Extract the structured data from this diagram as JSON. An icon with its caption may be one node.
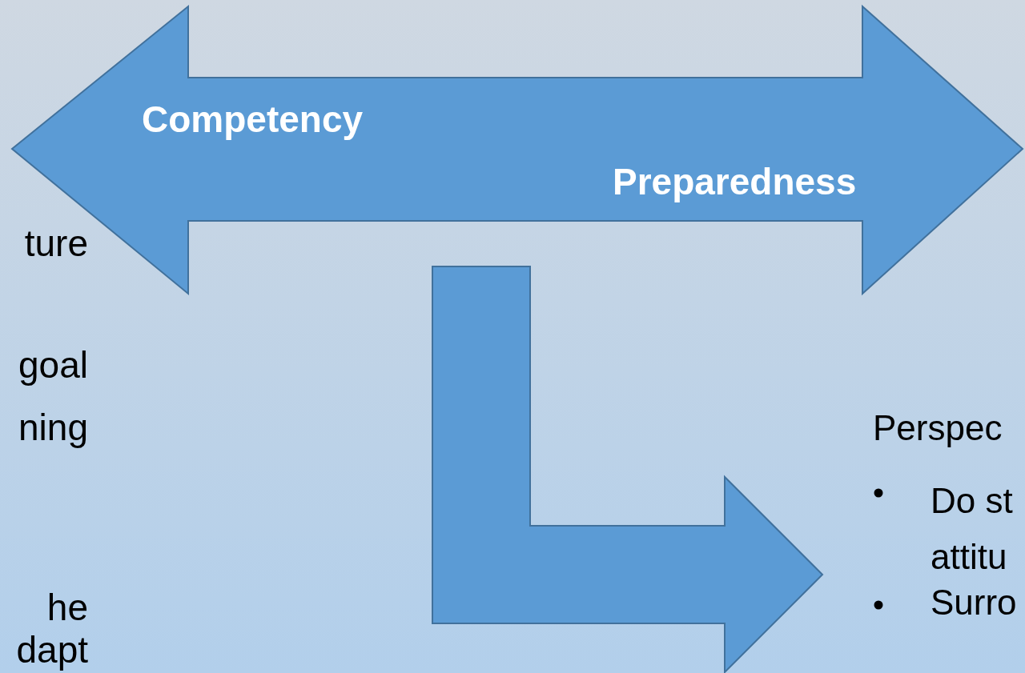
{
  "diagram": {
    "nodes": [
      {
        "text": [
          "Competency",
          "Preparedness"
        ]
      },
      {
        "text": [
          "Perspec",
          "Do st attitu",
          "Surro"
        ]
      }
    ],
    "edges": [
      {
        "from": 0,
        "to": 1,
        "arrow": "to"
      }
    ],
    "labels": [
      "ture",
      "goal",
      "ning",
      "he",
      "dapt"
    ]
  }
}
